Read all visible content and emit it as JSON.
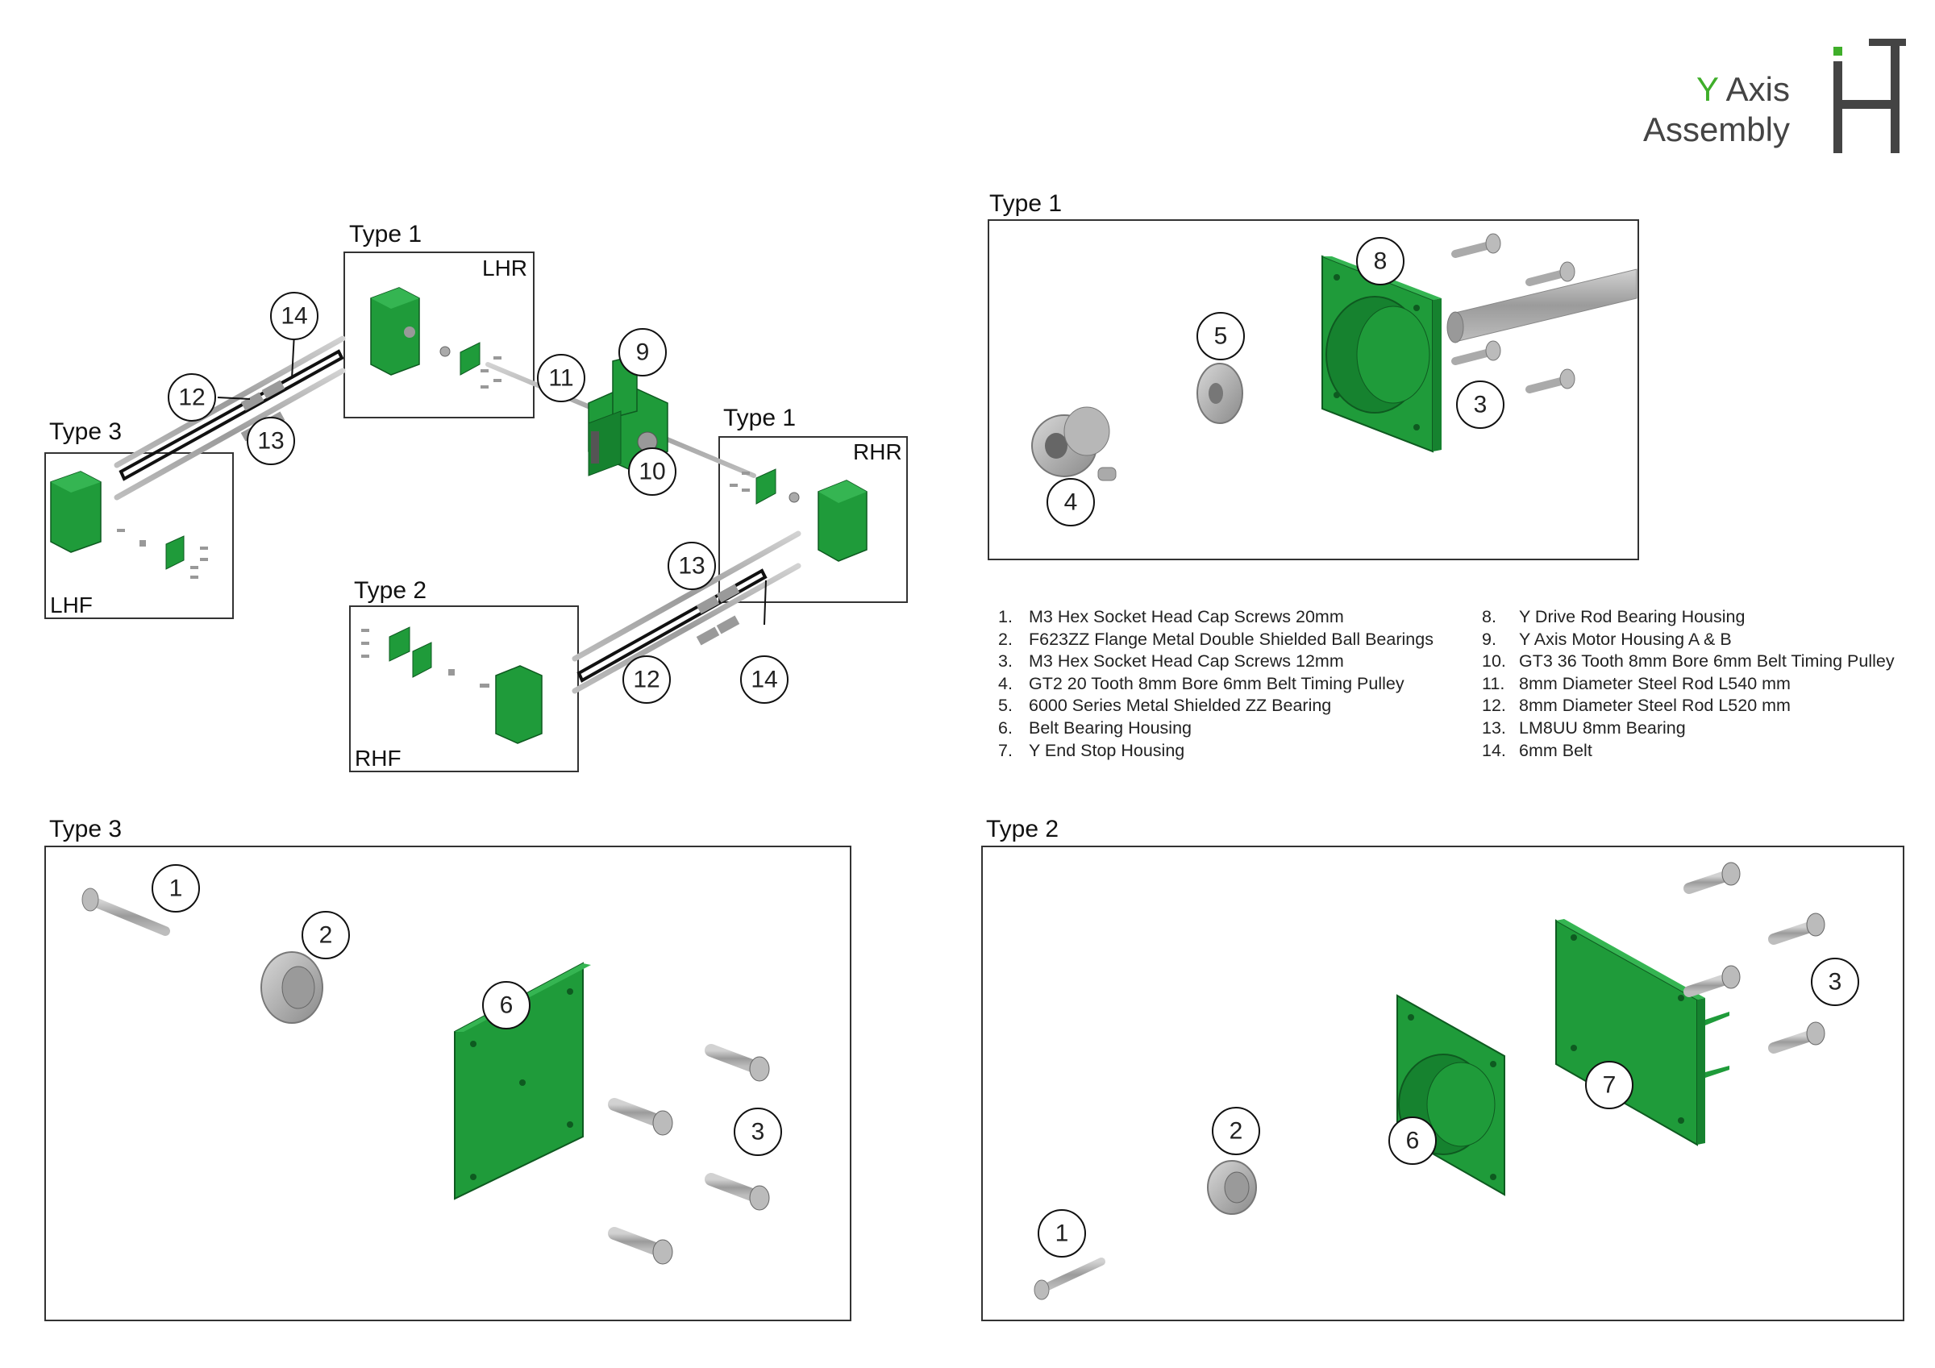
{
  "title": {
    "accent": "Y",
    "line1_rest": " Axis",
    "line2": "Assembly"
  },
  "colors": {
    "accent": "#3fae2a",
    "part_green": "#1f9b3a",
    "metal": "#a8a8a8",
    "belt": "#111111",
    "text": "#444444"
  },
  "overview": {
    "type_labels": [
      "Type 1",
      "Type 1",
      "Type 3",
      "Type 2"
    ],
    "position_tags": {
      "lhr": "LHR",
      "rhr": "RHR",
      "lhf": "LHF",
      "rhf": "RHF"
    },
    "callouts": [
      "14",
      "12",
      "13",
      "9",
      "11",
      "10",
      "13",
      "12",
      "14"
    ]
  },
  "detail_type1": {
    "label": "Type 1",
    "callouts": [
      "8",
      "5",
      "3",
      "4"
    ]
  },
  "detail_type3": {
    "label": "Type 3",
    "callouts": [
      "1",
      "2",
      "6",
      "3"
    ]
  },
  "detail_type2": {
    "label": "Type 2",
    "callouts": [
      "3",
      "7",
      "6",
      "2",
      "1"
    ]
  },
  "parts_list": {
    "left": [
      {
        "n": "1.",
        "name": "M3 Hex Socket Head Cap Screws 20mm"
      },
      {
        "n": "2.",
        "name": "F623ZZ Flange Metal Double Shielded Ball Bearings"
      },
      {
        "n": "3.",
        "name": "M3 Hex Socket Head Cap Screws 12mm"
      },
      {
        "n": "4.",
        "name": "GT2 20 Tooth 8mm Bore 6mm Belt Timing Pulley"
      },
      {
        "n": "5.",
        "name": "6000 Series Metal Shielded ZZ Bearing"
      },
      {
        "n": "6.",
        "name": "Belt Bearing Housing"
      },
      {
        "n": "7.",
        "name": "Y End Stop Housing"
      }
    ],
    "right": [
      {
        "n": "8.",
        "name": "Y Drive Rod Bearing Housing"
      },
      {
        "n": "9.",
        "name": "Y Axis Motor Housing A & B"
      },
      {
        "n": "10.",
        "name": "GT3 36 Tooth 8mm Bore 6mm Belt Timing Pulley"
      },
      {
        "n": "11.",
        "name": "8mm Diameter Steel Rod L540 mm"
      },
      {
        "n": "12.",
        "name": "8mm Diameter Steel Rod L520 mm"
      },
      {
        "n": "13.",
        "name": "LM8UU 8mm Bearing"
      },
      {
        "n": "14.",
        "name": "6mm Belt"
      }
    ]
  }
}
